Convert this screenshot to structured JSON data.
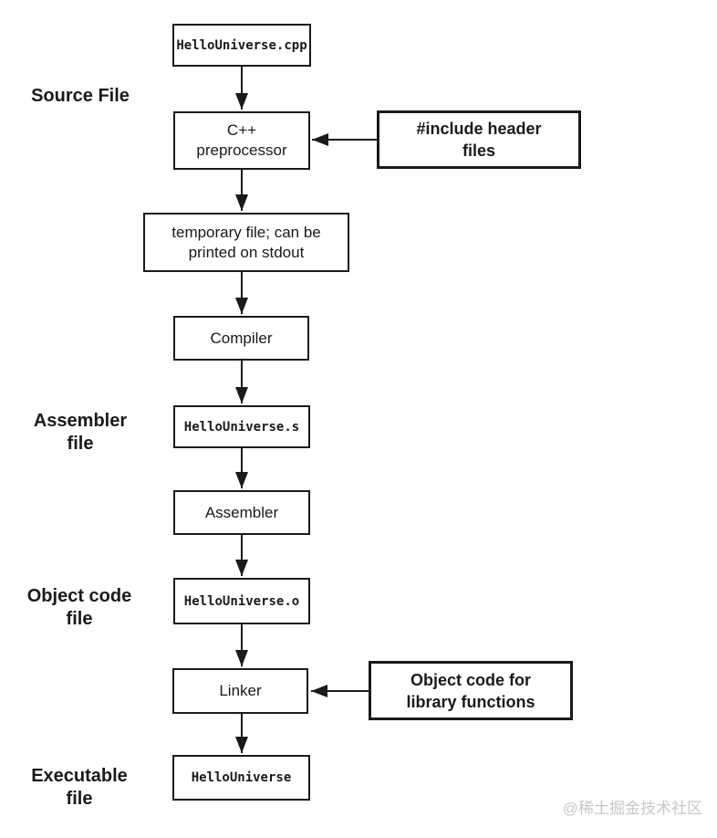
{
  "colors": {
    "ink": "#1a1a1a",
    "background": "#fefefe",
    "box_fill": "#ffffff",
    "watermark": "#c7c7c7"
  },
  "nodes": {
    "source_file": {
      "label": "HelloUniverse.cpp"
    },
    "preprocessor": {
      "lines": [
        "C++",
        "preprocessor"
      ]
    },
    "temp_file": {
      "lines": [
        "temporary file; can be",
        "printed on stdout"
      ]
    },
    "compiler": {
      "label": "Compiler"
    },
    "assembly_file": {
      "label": "HelloUniverse.s"
    },
    "assembler": {
      "label": "Assembler"
    },
    "object_file": {
      "label": "HelloUniverse.o"
    },
    "linker": {
      "label": "Linker"
    },
    "executable": {
      "label": "HelloUniverse"
    }
  },
  "annotations": {
    "include_headers": {
      "lines": [
        "#include header",
        "files"
      ]
    },
    "library_objects": {
      "lines": [
        "Object code for",
        "library functions"
      ]
    }
  },
  "stage_labels": {
    "source": {
      "lines": [
        "Source File",
        ""
      ]
    },
    "assembler": {
      "lines": [
        "Assembler",
        "file"
      ]
    },
    "object_code": {
      "lines": [
        "Object code",
        "file"
      ]
    },
    "executable": {
      "lines": [
        "Executable",
        "file"
      ]
    }
  },
  "watermark": {
    "text": "@稀土掘金技术社区"
  }
}
